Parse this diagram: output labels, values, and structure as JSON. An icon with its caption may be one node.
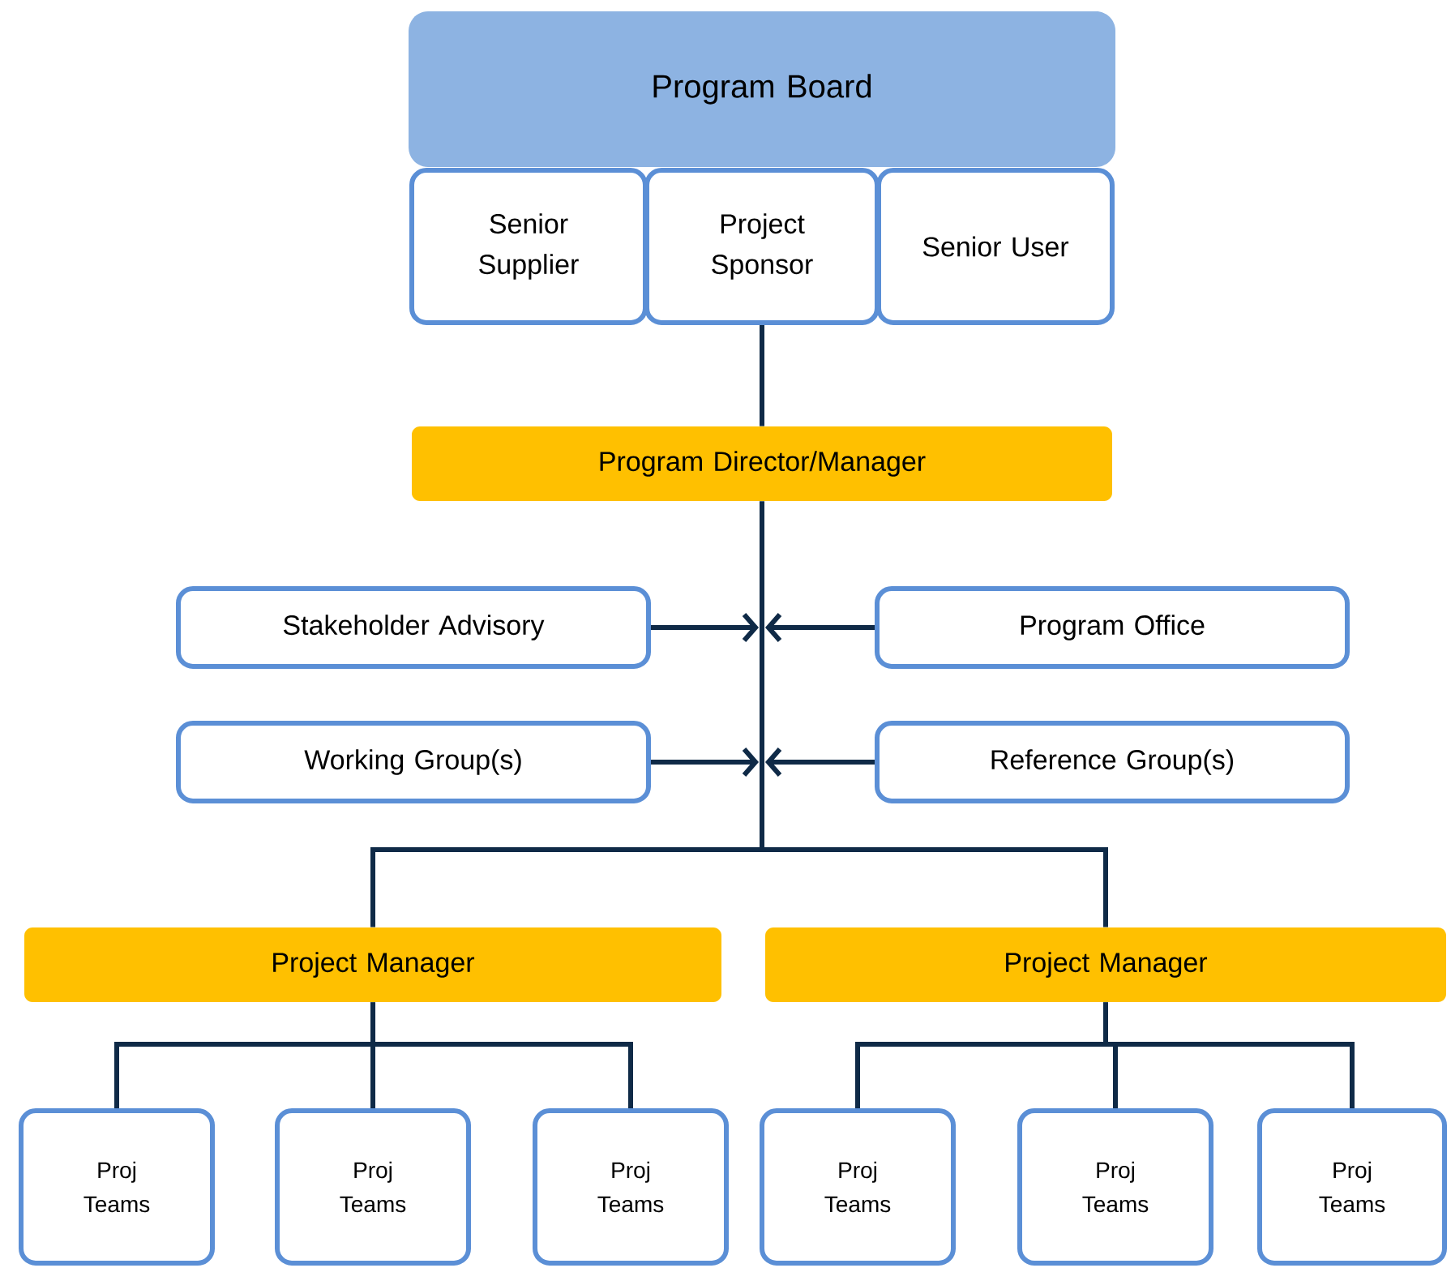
{
  "diagram": {
    "nodes": [
      {
        "text": [
          "Program Board"
        ]
      },
      {
        "text": [
          "Senior Supplier"
        ]
      },
      {
        "text": [
          "Project Sponsor"
        ]
      },
      {
        "text": [
          "Senior User"
        ]
      },
      {
        "text": [
          "Program Director/Manager"
        ]
      },
      {
        "text": [
          "Stakeholder Advisory"
        ]
      },
      {
        "text": [
          "Program Office"
        ]
      },
      {
        "text": [
          "Working Group(s)"
        ]
      },
      {
        "text": [
          "Reference  Group(s)"
        ]
      },
      {
        "text": [
          "Project Manager"
        ]
      },
      {
        "text": [
          "Project Manager"
        ]
      },
      {
        "text": [
          "Proj Teams"
        ]
      },
      {
        "text": [
          "Proj Teams"
        ]
      },
      {
        "text": [
          "Proj Teams"
        ]
      },
      {
        "text": [
          "Proj Teams"
        ]
      },
      {
        "text": [
          "Proj Teams"
        ]
      },
      {
        "text": [
          "Proj Teams"
        ]
      }
    ],
    "edges": [
      {
        "from": 2,
        "to": 4,
        "arrow": "none"
      },
      {
        "from": 4,
        "to": 9,
        "arrow": "none"
      },
      {
        "from": 4,
        "to": 10,
        "arrow": "none"
      },
      {
        "from": 5,
        "to": null,
        "arrow": "to"
      },
      {
        "from": 6,
        "to": null,
        "arrow": "to"
      },
      {
        "from": 7,
        "to": null,
        "arrow": "to"
      },
      {
        "from": 8,
        "to": null,
        "arrow": "to"
      },
      {
        "from": 9,
        "to": 11,
        "arrow": "none"
      },
      {
        "from": 9,
        "to": 12,
        "arrow": "none"
      },
      {
        "from": 9,
        "to": 13,
        "arrow": "none"
      },
      {
        "from": 10,
        "to": 14,
        "arrow": "none"
      },
      {
        "from": 10,
        "to": 15,
        "arrow": "none"
      },
      {
        "from": 10,
        "to": 16,
        "arrow": "none"
      }
    ]
  }
}
